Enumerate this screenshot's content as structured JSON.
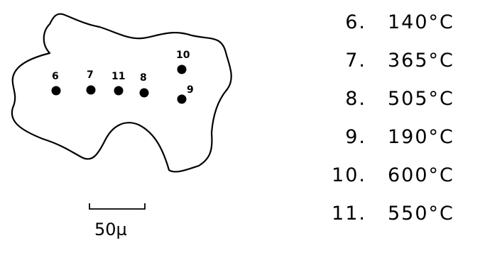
{
  "points": [
    {
      "id": "6",
      "label": "6"
    },
    {
      "id": "7",
      "label": "7"
    },
    {
      "id": "11",
      "label": "11"
    },
    {
      "id": "8",
      "label": "8"
    },
    {
      "id": "10",
      "label": "10"
    },
    {
      "id": "9",
      "label": "9"
    }
  ],
  "scale_bar": {
    "label": "50µ"
  },
  "legend": [
    {
      "num": "6.",
      "temp": "140°C"
    },
    {
      "num": "7.",
      "temp": "365°C"
    },
    {
      "num": "8.",
      "temp": "505°C"
    },
    {
      "num": "9.",
      "temp": "190°C"
    },
    {
      "num": "10.",
      "temp": "600°C"
    },
    {
      "num": "11.",
      "temp": "550°C"
    }
  ]
}
